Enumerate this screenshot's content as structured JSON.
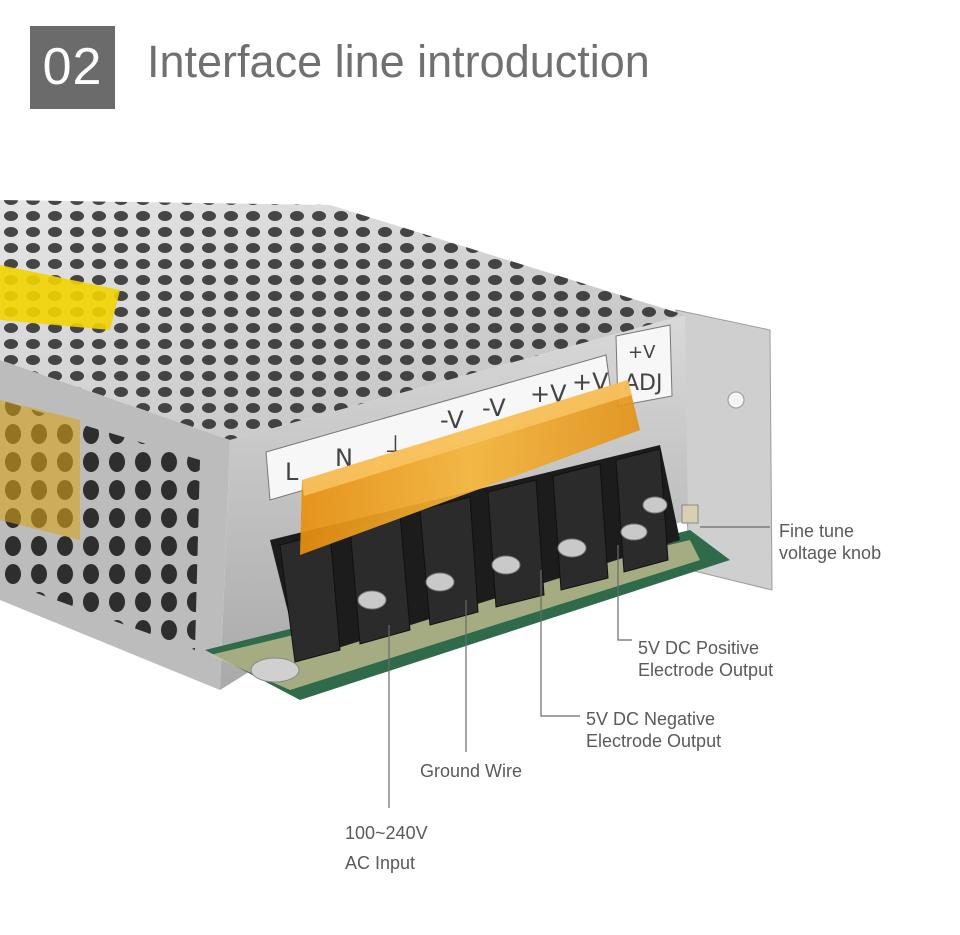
{
  "header": {
    "step_number": "02",
    "title": "Interface line introduction"
  },
  "product_photo": {
    "description_icon": "switching-power-supply",
    "terminal_labels": [
      "L",
      "N",
      "⊥",
      "-V",
      "-V",
      "+V",
      "+V"
    ],
    "adj_label_top": "+V",
    "adj_label_bottom": "ADJ"
  },
  "callouts": {
    "fine_tune": {
      "line1": "Fine tune",
      "line2": "voltage knob"
    },
    "dc_positive": {
      "line1": "5V DC Positive",
      "line2": "Electrode Output"
    },
    "dc_negative": {
      "line1": "5V DC Negative",
      "line2": "Electrode Output"
    },
    "ground": {
      "line1": "Ground Wire"
    },
    "ac_input": {
      "line1": "100~240V",
      "line2": "AC Input"
    }
  },
  "colors": {
    "badge_bg": "#6b6b6b",
    "title_text": "#707070",
    "label_text": "#5a5a5a",
    "leader_line": "#6a6a6a",
    "terminal_cover": "#f0a020",
    "metal": "#c8c8c8"
  }
}
